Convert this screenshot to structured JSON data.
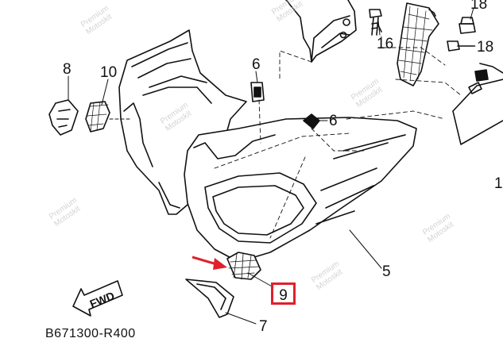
{
  "diagram": {
    "code": "B671300-R400",
    "fwd_label": "FWD",
    "callouts": {
      "c16": "16",
      "c18a": "18",
      "c18b": "18",
      "c8": "8",
      "c10": "10",
      "c6a": "6",
      "c6b": "6",
      "c1": "1",
      "c5": "5",
      "c7": "7"
    },
    "highlight": {
      "label": "9",
      "color": "#e0202a"
    },
    "watermark": {
      "line1": "Premium",
      "line2": "Motoskit"
    }
  }
}
